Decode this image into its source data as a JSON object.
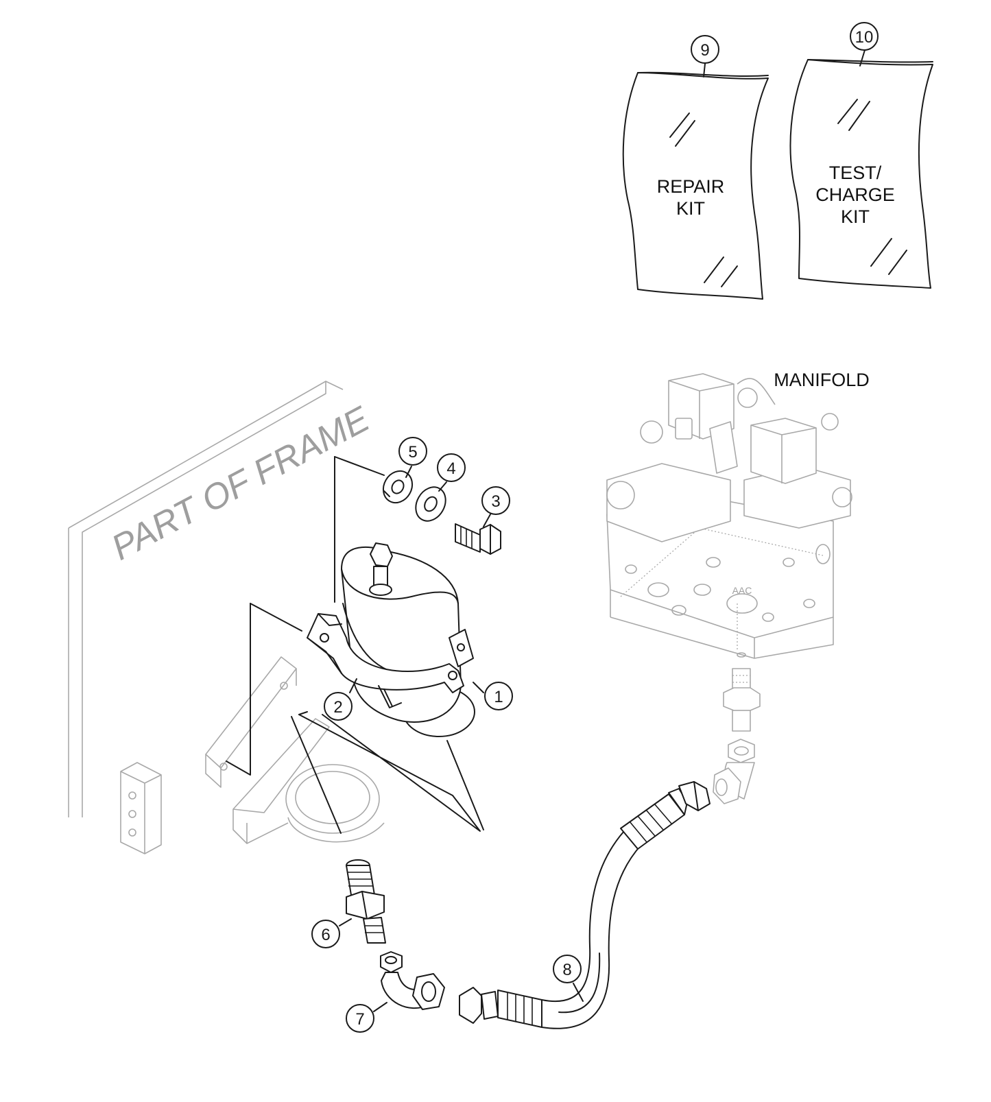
{
  "labels": {
    "frame": "PART OF FRAME",
    "manifold": "MANIFOLD",
    "aac_port": "AAC",
    "kit9_line1": "REPAIR",
    "kit9_line2": "KIT",
    "kit10_line1": "TEST/",
    "kit10_line2": "CHARGE",
    "kit10_line3": "KIT"
  },
  "callouts": [
    {
      "id": "1",
      "text": "1"
    },
    {
      "id": "2",
      "text": "2"
    },
    {
      "id": "3",
      "text": "3"
    },
    {
      "id": "4",
      "text": "4"
    },
    {
      "id": "5",
      "text": "5"
    },
    {
      "id": "6",
      "text": "6"
    },
    {
      "id": "7",
      "text": "7"
    },
    {
      "id": "8",
      "text": "8"
    },
    {
      "id": "9",
      "text": "9"
    },
    {
      "id": "10",
      "text": "10"
    }
  ]
}
